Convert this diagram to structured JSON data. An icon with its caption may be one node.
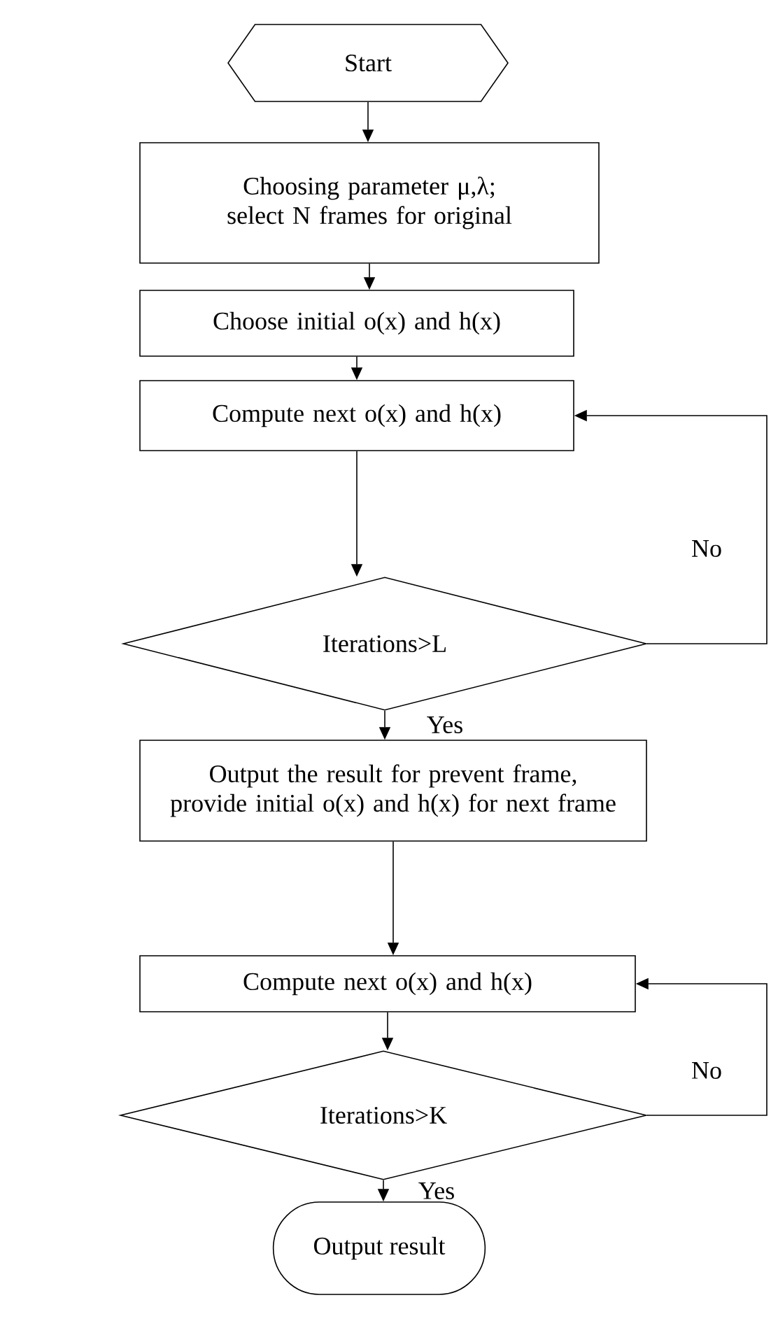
{
  "diagram": {
    "nodes": [
      {
        "text": [
          "Start"
        ]
      },
      {
        "text": [
          "Choosing parameter μ,λ; select N frames for original"
        ]
      },
      {
        "text": [
          "Choose initial o(x) and h(x)"
        ]
      },
      {
        "text": [
          "Compute next o(x) and h(x)"
        ]
      },
      {
        "text": [
          "Iterations>L"
        ]
      },
      {
        "text": [
          "Output the result for prevent frame, provide initial o(x) and h(x) for next frame"
        ]
      },
      {
        "text": [
          "Compute next o(x) and h(x)"
        ]
      },
      {
        "text": [
          "Iterations>K"
        ]
      },
      {
        "text": [
          "Output result"
        ]
      }
    ],
    "edges": [
      {
        "from": 0,
        "to": 1,
        "arrow": "to"
      },
      {
        "from": 1,
        "to": 2,
        "arrow": "to"
      },
      {
        "from": 2,
        "to": 3,
        "arrow": "to"
      },
      {
        "from": 3,
        "to": 4,
        "arrow": "to"
      },
      {
        "from": 4,
        "to": 3,
        "arrow": "to",
        "label": "No"
      },
      {
        "from": 4,
        "to": 5,
        "arrow": "to",
        "label": "Yes"
      },
      {
        "from": 5,
        "to": 6,
        "arrow": "to"
      },
      {
        "from": 6,
        "to": 7,
        "arrow": "to"
      },
      {
        "from": 7,
        "to": 6,
        "arrow": "to",
        "label": "No"
      },
      {
        "from": 7,
        "to": 8,
        "arrow": "to",
        "label": "Yes"
      }
    ]
  }
}
